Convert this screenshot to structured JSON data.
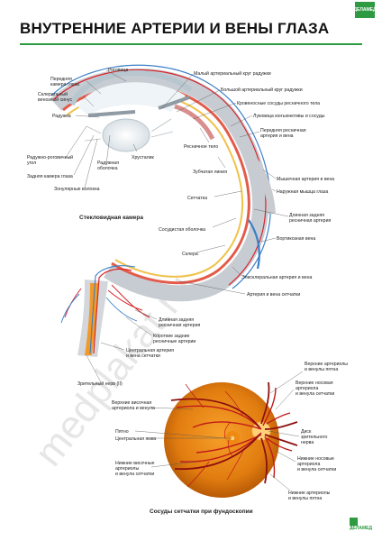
{
  "title": "ВНУТРЕННИЕ АРТЕРИИ И ВЕНЫ ГЛАЗА",
  "brand": "ДЕЛАМЕД",
  "watermark": "medplakat.ru",
  "colors": {
    "artery": "#d7262b",
    "vein": "#3a7fc7",
    "green": "#2e9b43",
    "orange": "#e98a14",
    "sclera": "#cfd3d8"
  },
  "section_labels": {
    "vitreous": "Стекловидная камера",
    "fundus": "Сосуды сетчатки при фундоскопии"
  },
  "labels": {
    "l1": "Роговица",
    "l2": "Передняя\nкамера глаза",
    "l3": "Склеральный\nвенозный синус",
    "l4": "Радужка",
    "l5": "Радужно-роговичный\nугол",
    "l6": "Задняя камера глаза",
    "l7": "Радужная\nоболочка",
    "l8": "Хрусталик",
    "l9": "Зонулярные волокна",
    "r1": "Малый артериальный круг радужки",
    "r2": "Большой артериальный круг радужки",
    "r3": "Кровеносные сосуды ресничного тела",
    "r4": "Луковица конъюнктивы и сосуды",
    "r5": "Ресничное тело",
    "r6": "Передняя ресничная\nартерия и вена",
    "r7": "Зубчатая линия",
    "r8": "Мышечная артерия и вена",
    "r9": "Наружная мышца глаза",
    "r10": "Сетчатка",
    "r11": "Длинная задняя\nресничная артерия",
    "r12": "Сосудистая оболочка",
    "r13": "Склера",
    "r14": "Вортикозная вена",
    "r15": "Эписклеральная артерия и вена",
    "r16": "Артерия и вена сетчатки",
    "b1": "Длинная задняя\nресничная артерия",
    "b2": "Короткие задние\nресничные артерии",
    "b3": "Центральная артерия\nи вена сетчатки",
    "b4": "Зрительный нерв (II)",
    "f1": "Верхние височная\nартериола и венула",
    "f2": "Пятно",
    "f3": "Центральная ямка",
    "f4": "Нижние височные\nартериолы\nи венула сетчатки",
    "f5": "Верхние артериолы\nи венулы пятна",
    "f6": "Верхние носовая\nартериола\nи венула сетчатки",
    "f7": "Диск\nзрительного\nнерва",
    "f8": "Нижние носовые\nартериола\nи венула сетчатки",
    "f9": "Нижние артериолы\nи венулы пятна"
  }
}
